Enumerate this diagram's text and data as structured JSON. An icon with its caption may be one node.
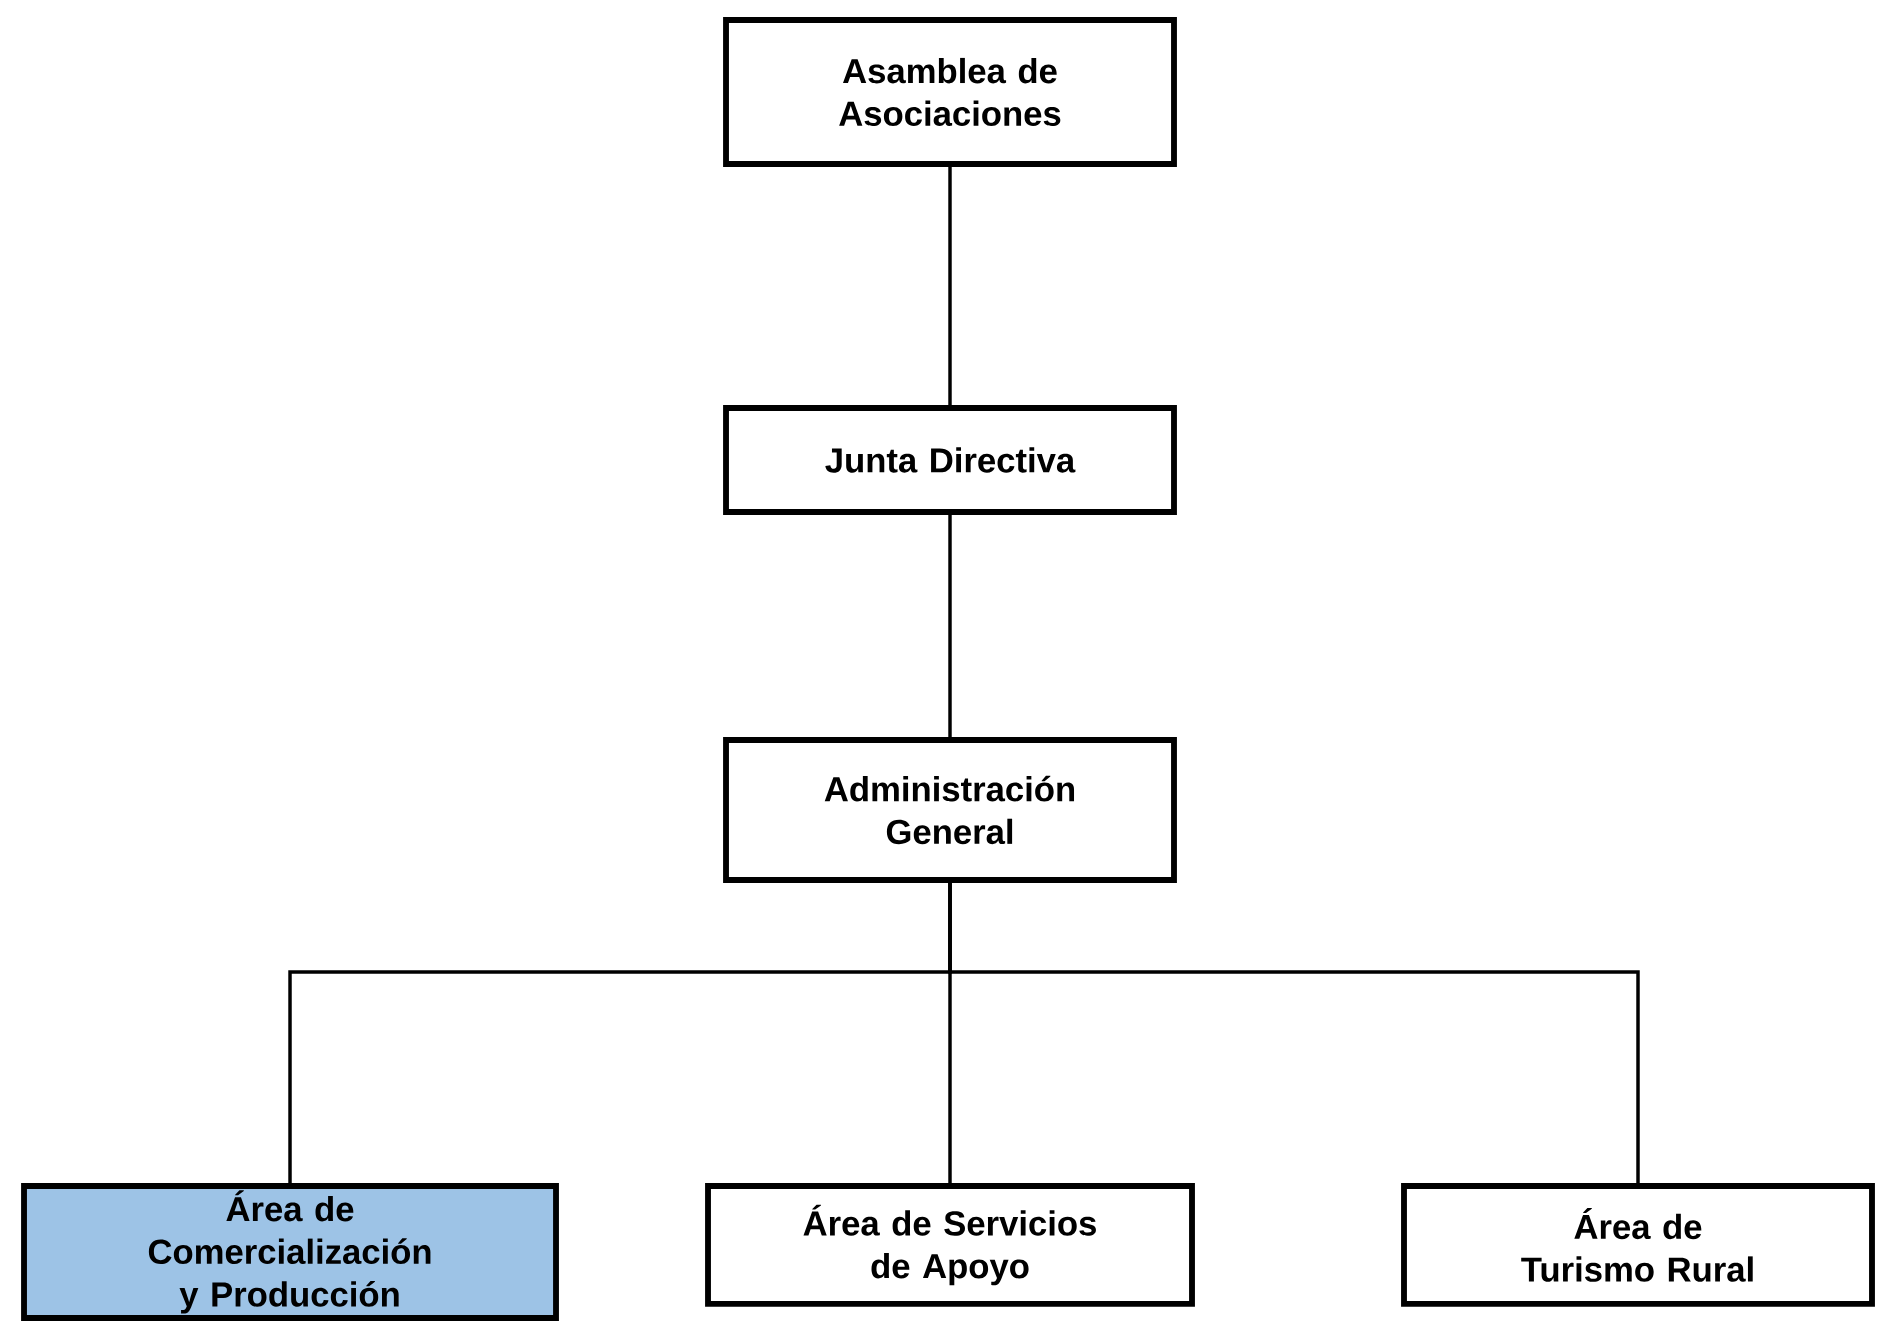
{
  "diagram": {
    "nodes": [
      {
        "text": [
          "Asamblea de Asociaciones"
        ]
      },
      {
        "text": [
          "Junta Directiva"
        ]
      },
      {
        "text": [
          "Administración General"
        ]
      },
      {
        "text": [
          "Área de Comercialización y Producción"
        ]
      },
      {
        "text": [
          "Área de Servicios de Apoyo"
        ]
      },
      {
        "text": [
          "Área de Turismo Rural"
        ]
      }
    ],
    "edges": [
      {
        "from": 0,
        "to": 1,
        "arrow": "none"
      },
      {
        "from": 1,
        "to": 2,
        "arrow": "none"
      },
      {
        "from": 2,
        "to": 3,
        "arrow": "none"
      },
      {
        "from": 2,
        "to": 4,
        "arrow": "none"
      },
      {
        "from": 2,
        "to": 5,
        "arrow": "none"
      }
    ]
  }
}
